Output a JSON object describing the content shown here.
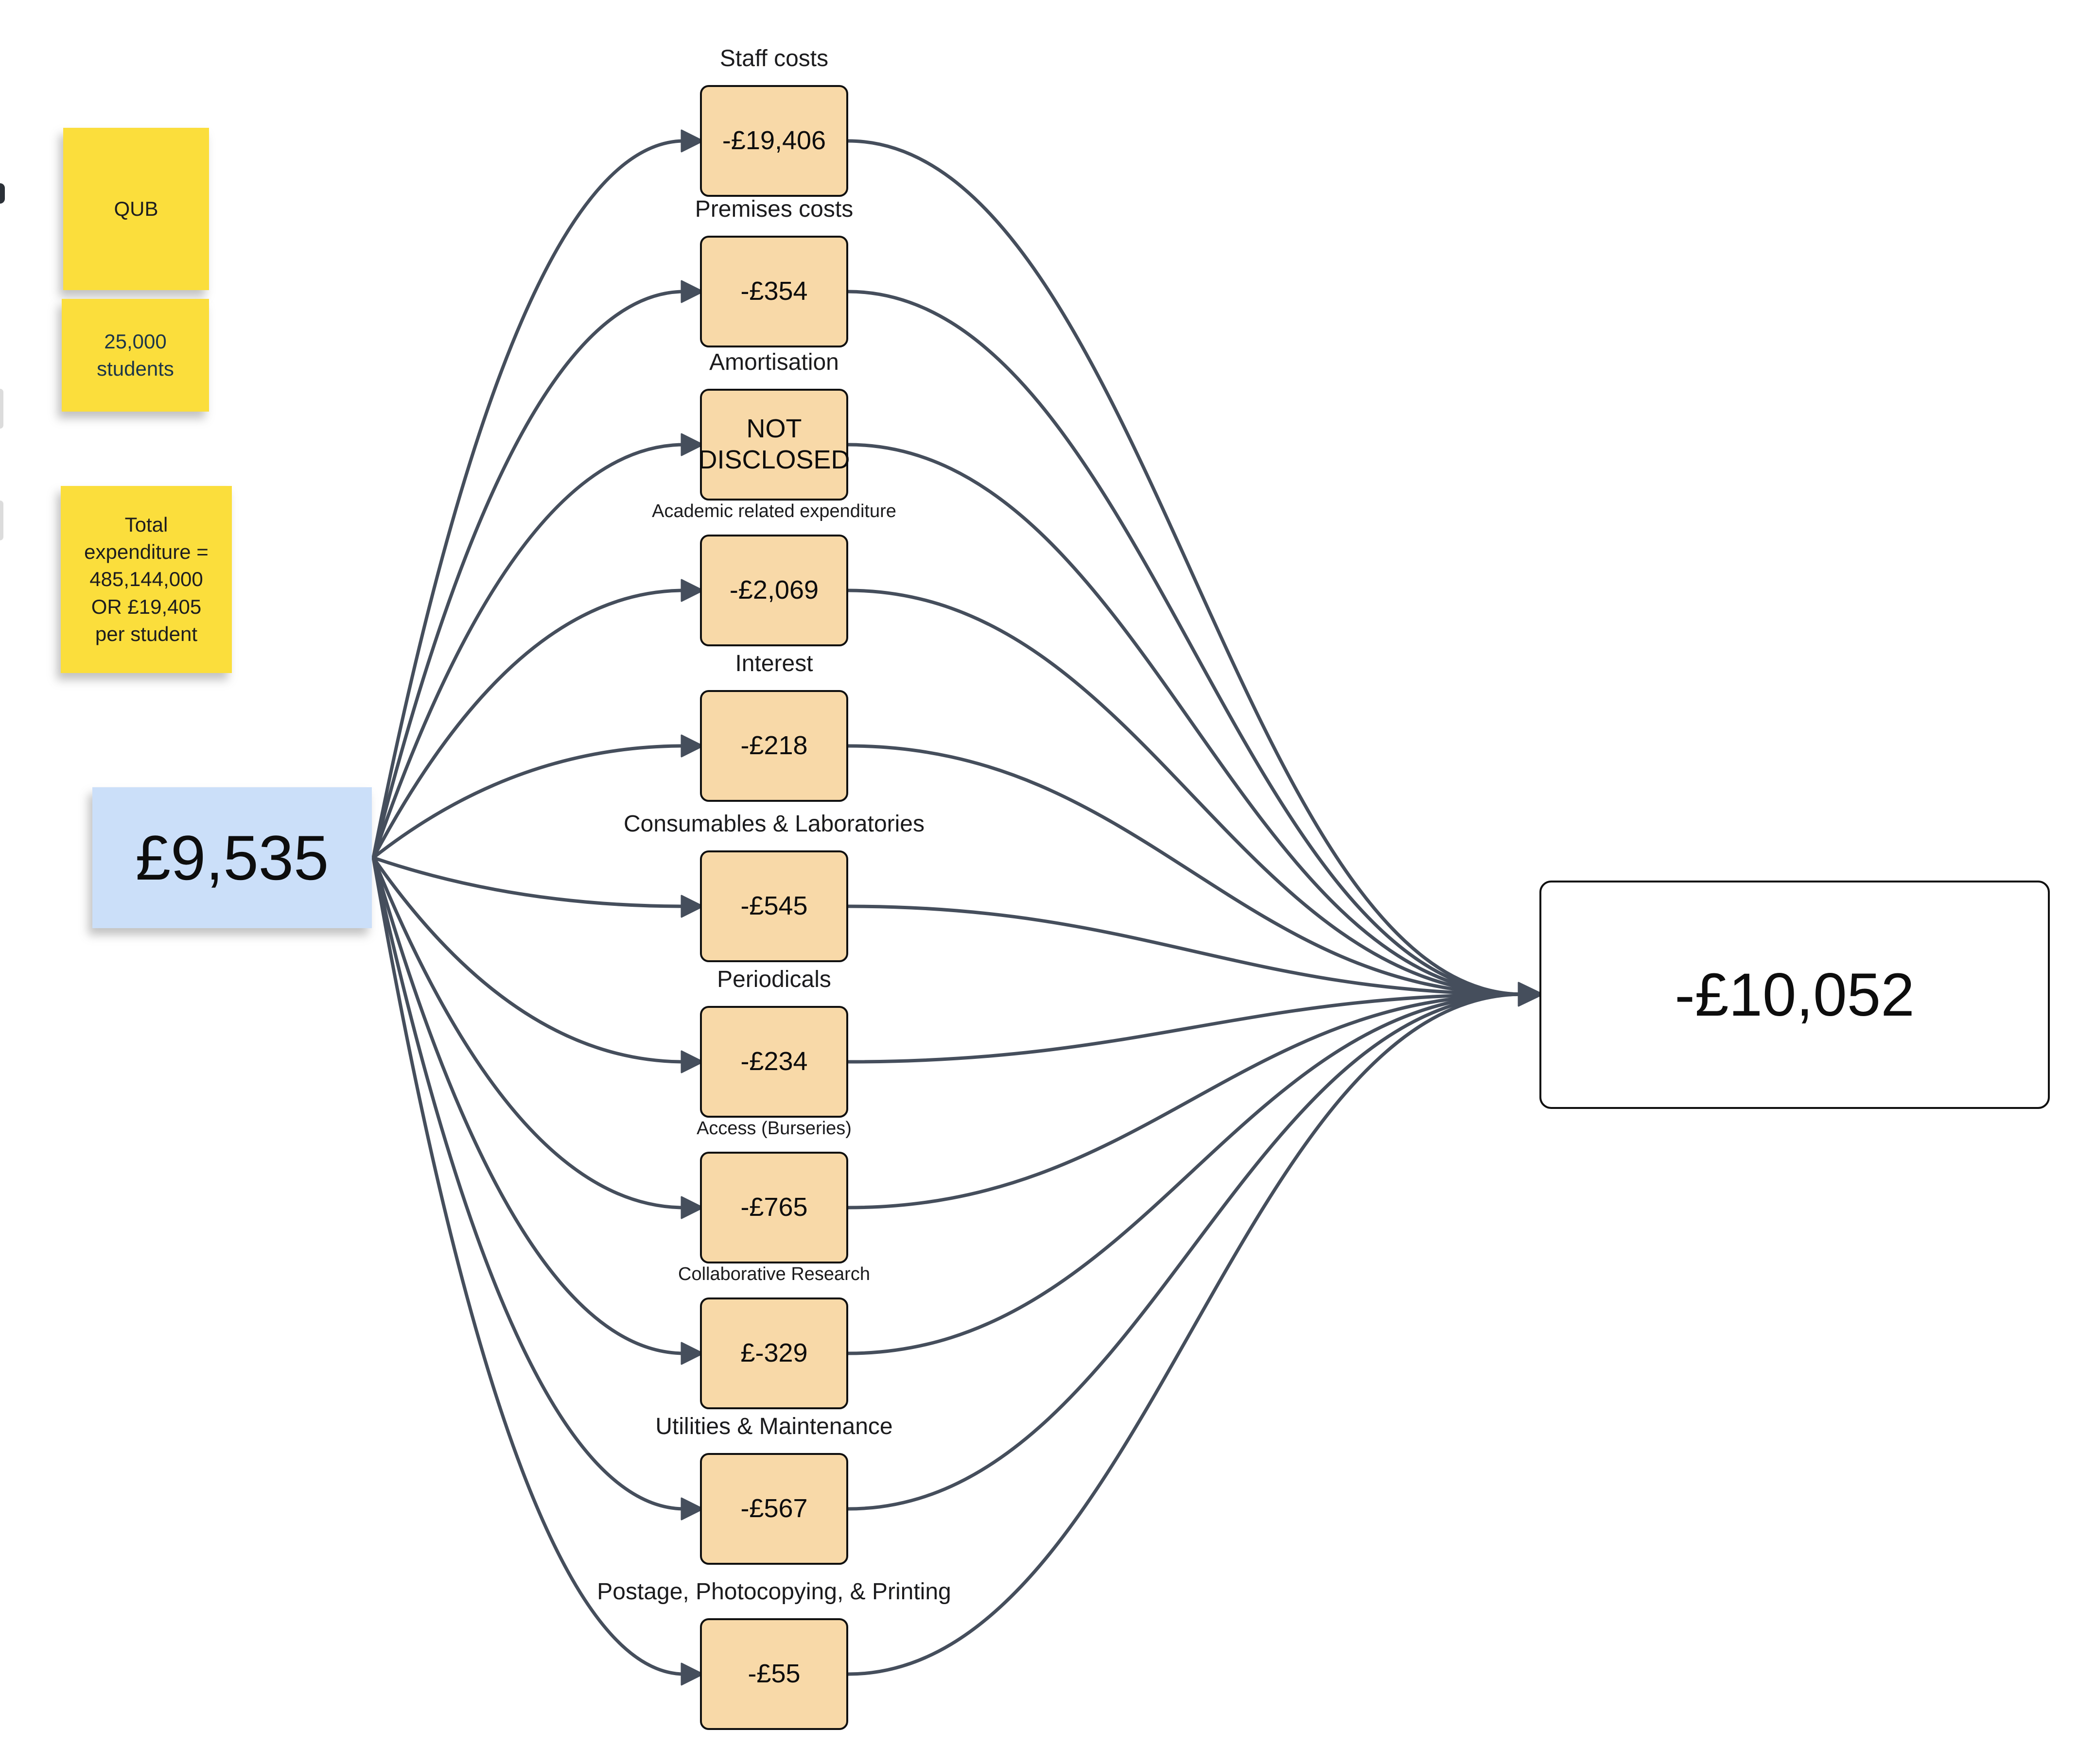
{
  "board_title": "",
  "stickies": [
    {
      "label": "QUB"
    },
    {
      "label": "25,000\nstudents"
    },
    {
      "label": "Total\nexpenditure =\n485,144,000\nOR £19,405\nper student"
    }
  ],
  "source": {
    "value": "£9,535"
  },
  "categories": [
    {
      "label": "Staff costs",
      "value": "-£19,406"
    },
    {
      "label": "Premises costs",
      "value": "-£354"
    },
    {
      "label": "Amortisation",
      "value": "NOT\nDISCLOSED"
    },
    {
      "label": "Academic related expenditure",
      "value": "-£2,069"
    },
    {
      "label": "Interest",
      "value": "-£218"
    },
    {
      "label": "Consumables & Laboratories",
      "value": "-£545"
    },
    {
      "label": "Periodicals",
      "value": "-£234"
    },
    {
      "label": "Access (Burseries)",
      "value": "-£765"
    },
    {
      "label": "Collaborative Research",
      "value": "£-329"
    },
    {
      "label": "Utilities & Maintenance",
      "value": "-£567"
    },
    {
      "label": "Postage, Photocopying, & Printing",
      "value": "-£55"
    }
  ],
  "result": {
    "value": "-£10,052"
  },
  "colors": {
    "sticky_fill": "#FBDE3C",
    "category_fill": "#F8D9A8",
    "source_fill": "#CBDFF9",
    "connector": "#454E5C",
    "border": "#101010"
  }
}
